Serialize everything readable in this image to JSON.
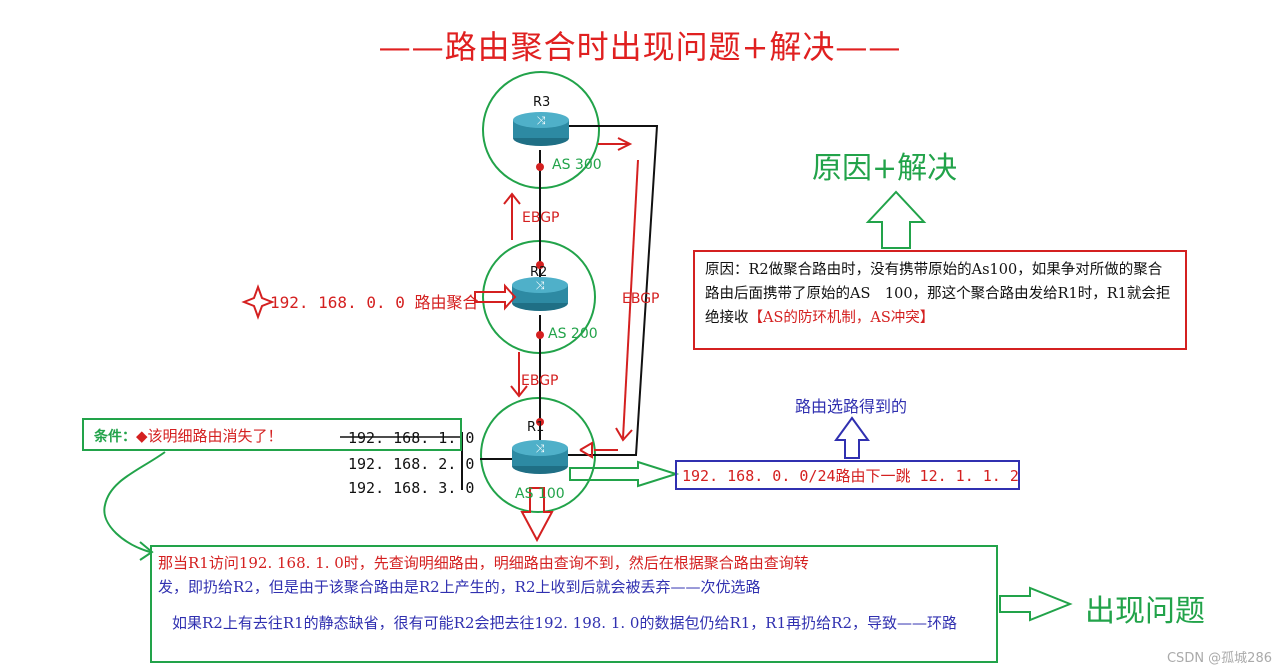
{
  "title": "——路由聚合时出现问题+解决——",
  "cause_heading": "原因+解决",
  "problem_heading": "出现问题",
  "routers": {
    "r3": {
      "label": "R3",
      "as": "AS 300"
    },
    "r2": {
      "label": "R2",
      "as": "AS 200"
    },
    "r1": {
      "label": "R1",
      "as": "AS 100"
    }
  },
  "links": {
    "ebgp_r3_r2": "EBGP",
    "ebgp_r2_r1": "EBGP",
    "ebgp_r3_r1": "EBGP"
  },
  "aggregation_note": "192. 168. 0. 0 路由聚合",
  "networks": [
    "192. 168. 1. 0",
    "192. 168. 2. 0",
    "192. 168. 3. 0"
  ],
  "cause_box": {
    "text": "原因：R2做聚合路由时，没有携带原始的As100，如果争对所做的聚合路由后面携带了原始的AS　100，那这个聚合路由发给R1时，R1就会拒绝接收",
    "highlight": "【AS的防环机制，AS冲突】"
  },
  "route_note": "路由选路得到的",
  "route_box": "192. 168. 0. 0/24路由下一跳 12. 1. 1. 2",
  "condition": {
    "label": "条件：",
    "text": "◆该明细路由消失了！"
  },
  "bottom_box": {
    "line1": "那当R1访问192. 168. 1. 0时，先查询明细路由，明细路由查询不到，然后在根据聚合路由查询转",
    "line2": "发，即扔给R2，但是由于该聚合路由是R2上产生的，R2上收到后就会被丢弃——次优选路",
    "para2": "如果R2上有去往R1的静态缺省，很有可能R2会把去往192. 198. 1. 0的数据包仍给R1，R1再扔给R2，导致——环路"
  },
  "watermark": "CSDN @孤城286",
  "colors": {
    "red": "#d42020",
    "green": "#22a34a",
    "blue": "#3030b0"
  }
}
